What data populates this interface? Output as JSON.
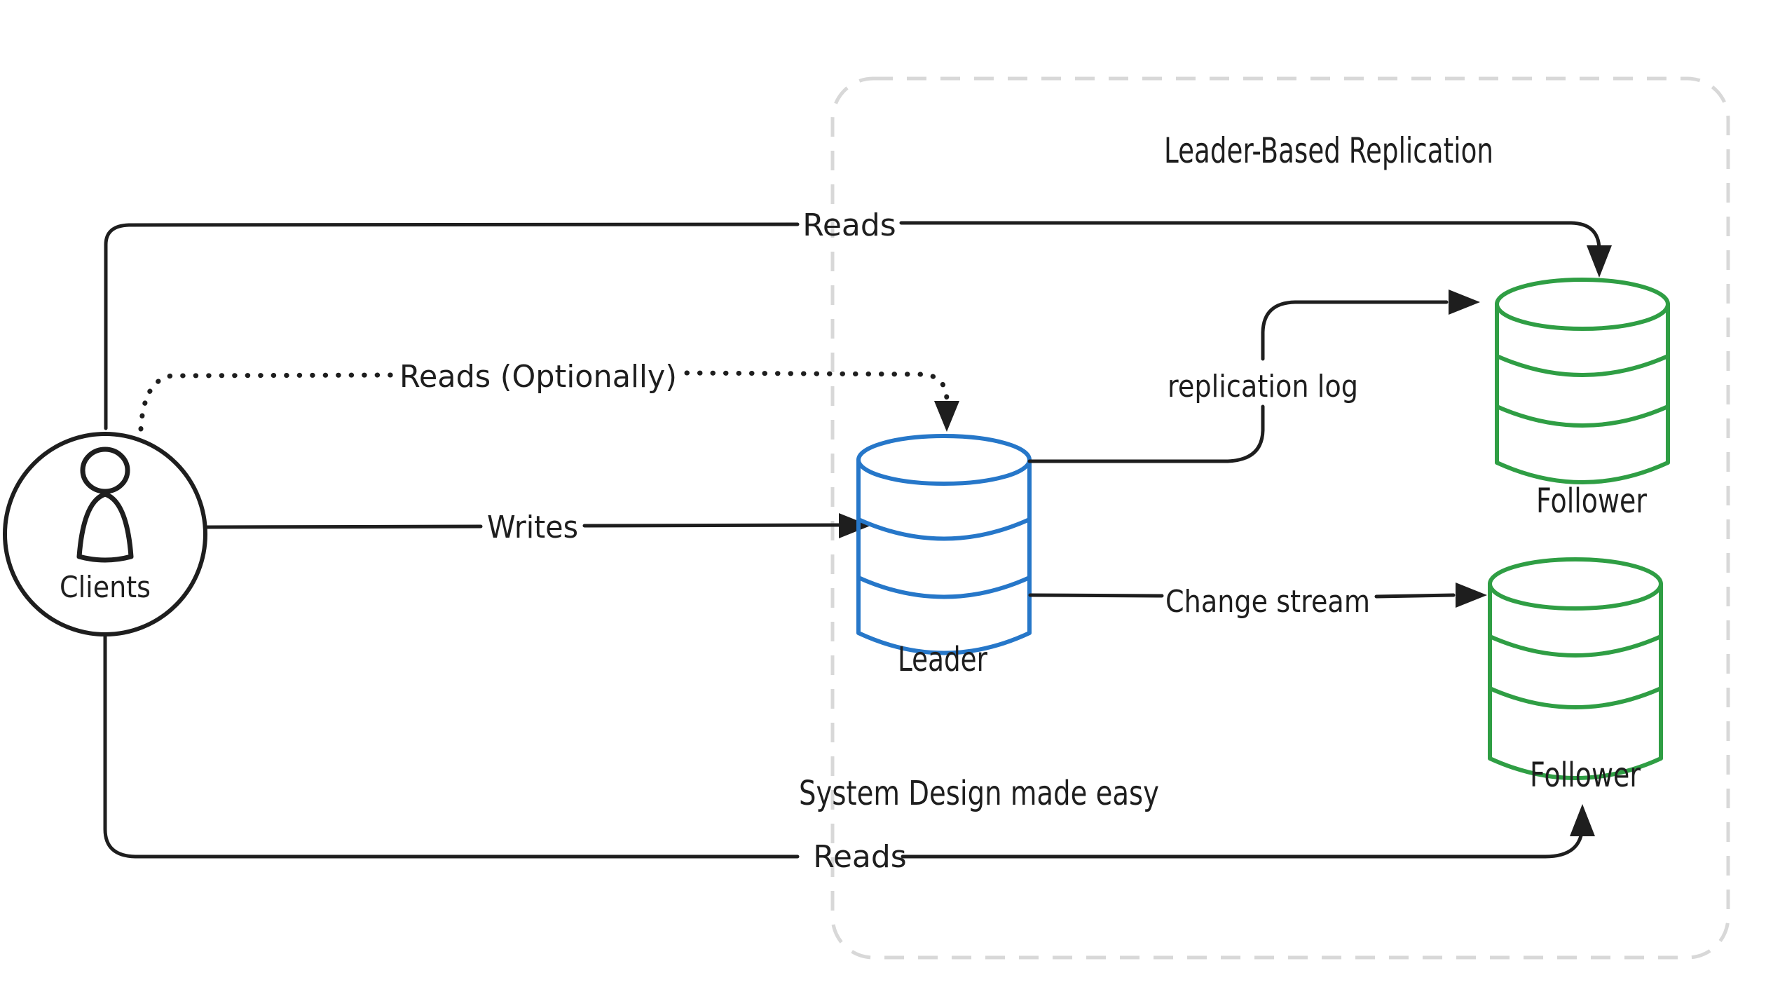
{
  "title": "Leader-Based Replication",
  "watermark": "System Design made easy",
  "nodes": {
    "clients": "Clients",
    "leader": "Leader",
    "follower_top": "Follower",
    "follower_bottom": "Follower"
  },
  "edges": {
    "reads_top": "Reads",
    "reads_optional": "Reads (Optionally)",
    "writes": "Writes",
    "replication_log": "replication log",
    "change_stream": "Change stream",
    "reads_bottom": "Reads"
  },
  "colors": {
    "ink": "#1e1e1e",
    "leader_blue": "#2677c9",
    "follower_green": "#2f9e44",
    "frame_gray": "#d8d8d8",
    "watermark_gray": "#e3e3e3"
  }
}
